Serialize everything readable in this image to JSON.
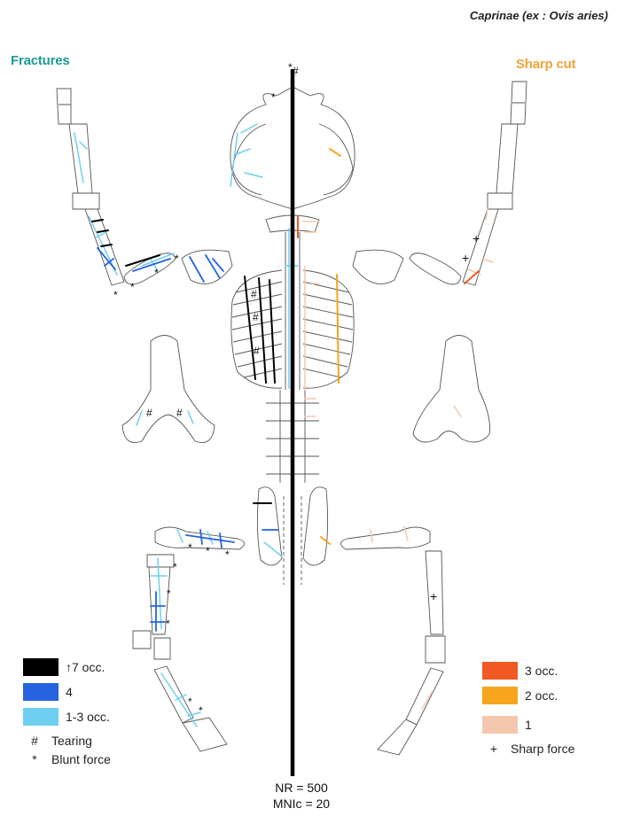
{
  "species": "Caprinae (ex : Ovis aries)",
  "fractures_title": "Fractures",
  "sharpcut_title": "Sharp cut",
  "colors": {
    "fracture_high": "#000000",
    "fracture_mid": "#2563e0",
    "fracture_low": "#6ecff0",
    "cut_high": "#f05a22",
    "cut_mid": "#f7a51c",
    "cut_low": "#f3c8ae",
    "fractures_title": "#1a9a93",
    "sharpcut_title": "#f2a33a"
  },
  "fracture_legend": {
    "items": [
      {
        "label": "↑7 occ.",
        "color": "#000000"
      },
      {
        "label": "4",
        "color": "#2563e0"
      },
      {
        "label": "1-3 occ.",
        "color": "#6ecff0"
      }
    ],
    "symbols": [
      {
        "symbol": "#",
        "label": "Tearing"
      },
      {
        "symbol": "*",
        "label": "Blunt force"
      }
    ]
  },
  "cut_legend": {
    "items": [
      {
        "label": "3 occ.",
        "color": "#f05a22"
      },
      {
        "label": "2 occ.",
        "color": "#f7a51c"
      },
      {
        "label": "1",
        "color": "#f3c8ae"
      }
    ],
    "symbols": [
      {
        "symbol": "+",
        "label": "Sharp force"
      }
    ]
  },
  "stats": {
    "nr": "NR = 500",
    "mnic": "MNIc = 20"
  },
  "marks": {
    "hash": "#",
    "star": "*",
    "plus": "+"
  }
}
